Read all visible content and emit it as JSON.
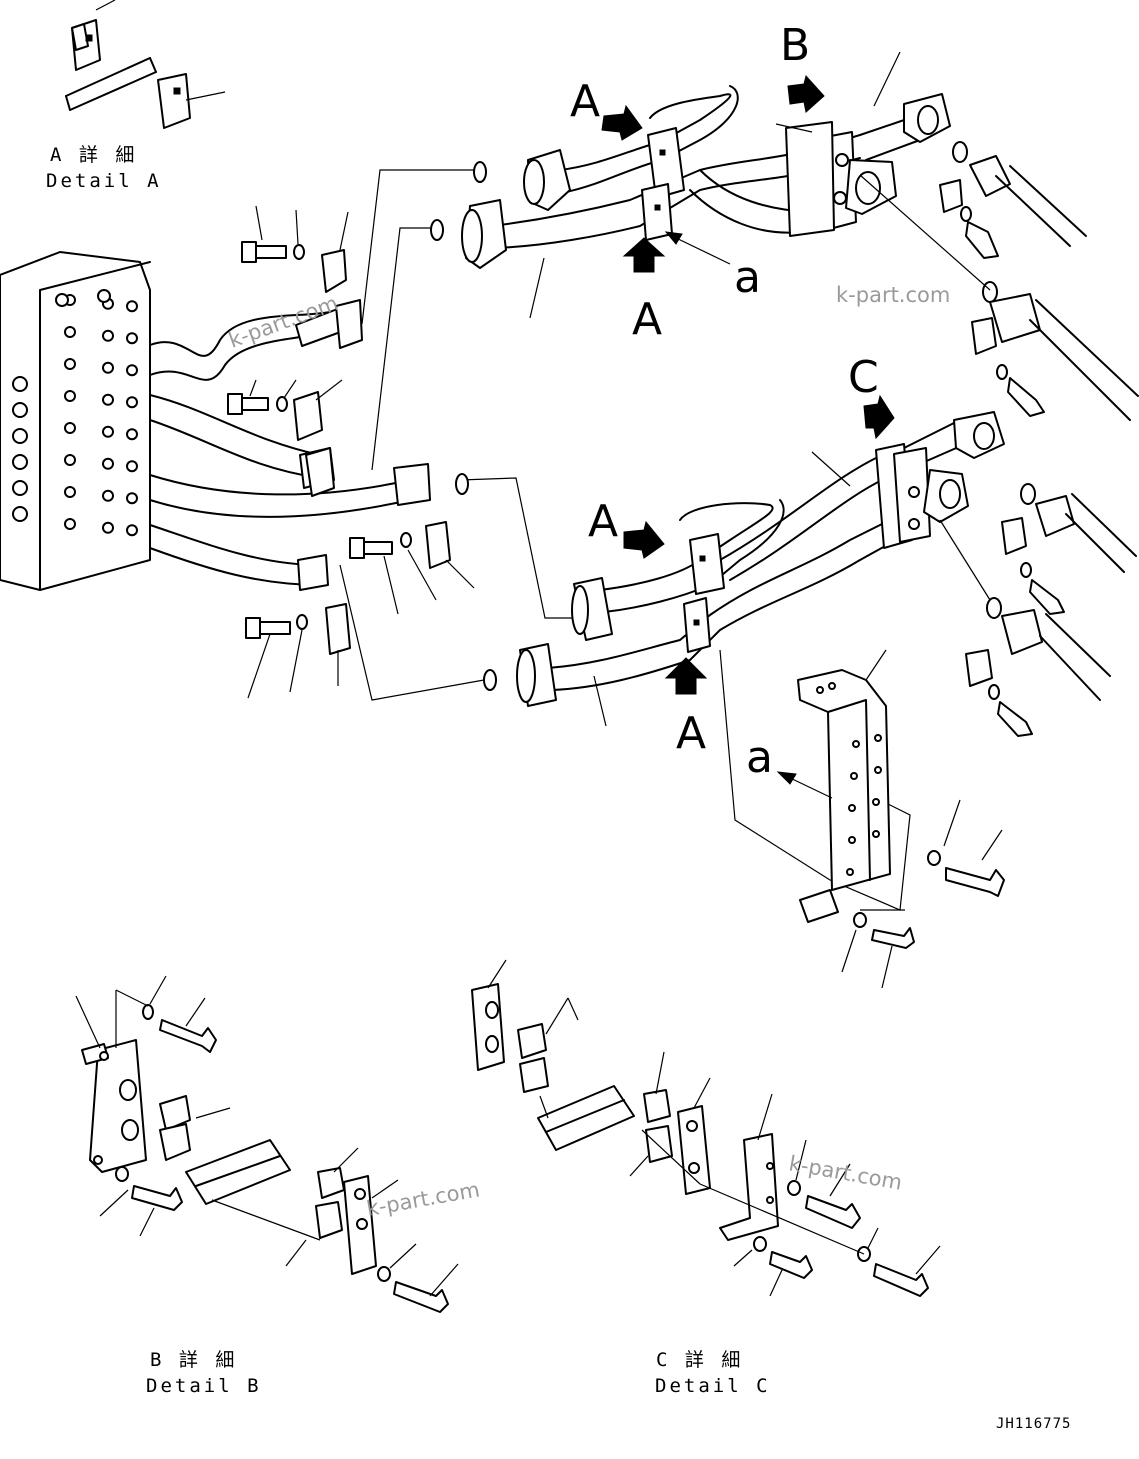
{
  "callouts": {
    "a": "A",
    "b": "B",
    "c": "C",
    "ref": "a"
  },
  "details": {
    "a": {
      "jp": "A 詳 細",
      "en": "Detail A"
    },
    "b": {
      "jp": "B 詳 細",
      "en": "Detail B"
    },
    "c": {
      "jp": "C 詳 細",
      "en": "Detail C"
    }
  },
  "watermark": "k-part.com",
  "drawing_code": "JH116775"
}
